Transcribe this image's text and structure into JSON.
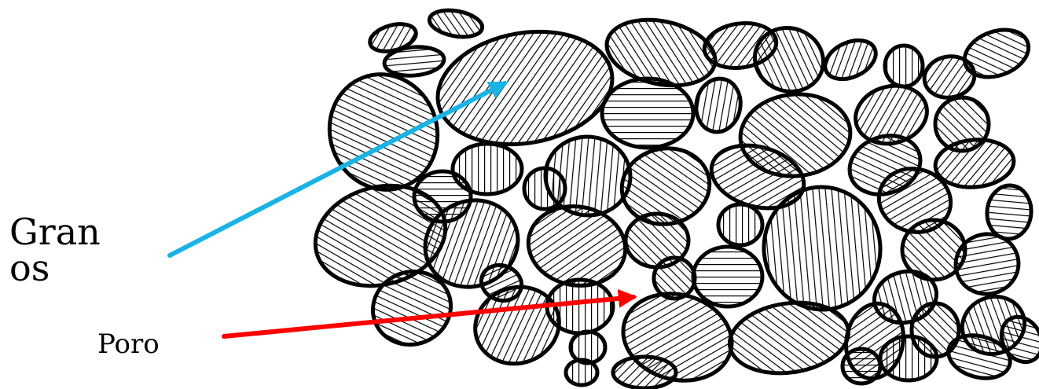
{
  "labels": {
    "granos_line1": "Gran",
    "granos_line2": "os",
    "poro": "Poro"
  },
  "colors": {
    "granos_arrow": "#1ab3e6",
    "poro_arrow": "#ff0000",
    "grain_outline": "#000000",
    "hatch": "#000000",
    "background": "#ffffff"
  }
}
